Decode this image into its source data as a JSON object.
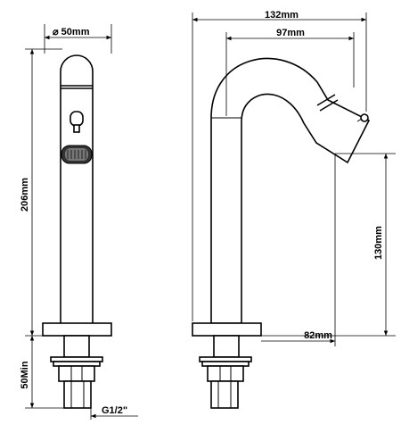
{
  "dimensions": {
    "diameter": "⌀ 50mm",
    "height_total": "206mm",
    "min_length": "50Min",
    "thread": "G1/2\"",
    "width_total": "132mm",
    "reach": "97mm",
    "spout_height": "130mm",
    "center_to_outlet": "82mm"
  }
}
